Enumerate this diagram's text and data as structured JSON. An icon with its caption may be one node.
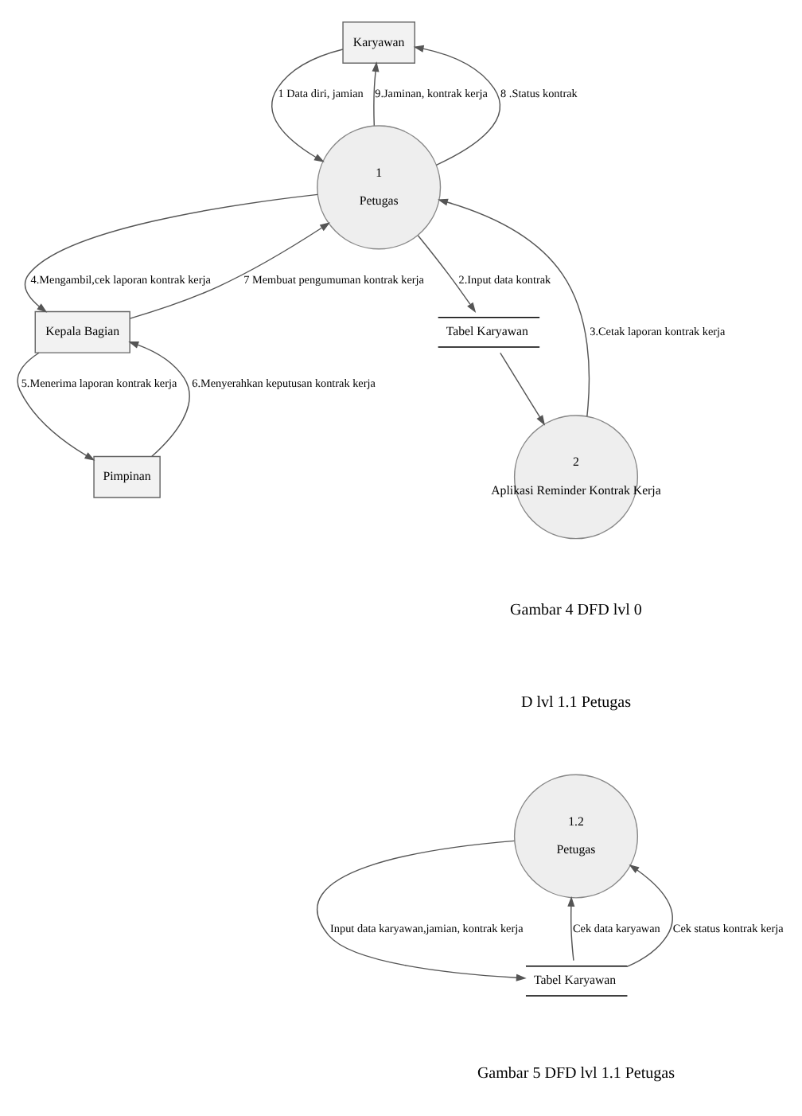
{
  "diagram": {
    "nodes": [
      {
        "text": [
          "Karyawan"
        ]
      },
      {
        "text": [
          "1",
          "Petugas"
        ]
      },
      {
        "text": [
          "Kepala Bagian"
        ]
      },
      {
        "text": [
          "Tabel Karyawan"
        ]
      },
      {
        "text": [
          "2",
          "Aplikasi Reminder Kontrak Kerja"
        ]
      },
      {
        "text": [
          "Pimpinan"
        ]
      },
      {
        "text": [
          "1.2",
          "Petugas"
        ]
      },
      {
        "text": [
          "Tabel Karyawan"
        ]
      }
    ],
    "edges": [
      {
        "from": 1,
        "to": 0,
        "arrow": "to",
        "label": "9.Jaminan, kontrak kerja"
      },
      {
        "from": 0,
        "to": 1,
        "arrow": "to",
        "label": "1 Data diri, jamian"
      },
      {
        "from": 1,
        "to": 0,
        "arrow": "to",
        "label": "8 .Status kontrak"
      },
      {
        "from": 1,
        "to": 2,
        "arrow": "to",
        "label": "4.Mengambil,cek laporan kontrak kerja"
      },
      {
        "from": 2,
        "to": 1,
        "arrow": "to",
        "label": "7 Membuat pengumuman kontrak kerja"
      },
      {
        "from": 1,
        "to": 3,
        "arrow": "to",
        "label": "2.Input data kontrak"
      },
      {
        "from": 3,
        "to": 4,
        "arrow": "to"
      },
      {
        "from": 4,
        "to": 1,
        "arrow": "to",
        "label": "3.Cetak laporan kontrak kerja"
      },
      {
        "from": 2,
        "to": 5,
        "arrow": "to",
        "label": "5.Menerima laporan kontrak kerja"
      },
      {
        "from": 5,
        "to": 2,
        "arrow": "to",
        "label": "6.Menyerahkan keputusan kontrak kerja"
      },
      {
        "from": 6,
        "to": 7,
        "arrow": "to",
        "label": "Input data karyawan,jamian, kontrak kerja"
      },
      {
        "from": 7,
        "to": 6,
        "arrow": "to",
        "label": "Cek data karyawan"
      },
      {
        "from": 7,
        "to": 6,
        "arrow": "to",
        "label": "Cek status kontrak kerja"
      }
    ],
    "labels": [
      "Gambar 4 DFD lvl 0",
      "D lvl 1.1 Petugas",
      "Gambar 5 DFD lvl 1.1 Petugas"
    ]
  }
}
